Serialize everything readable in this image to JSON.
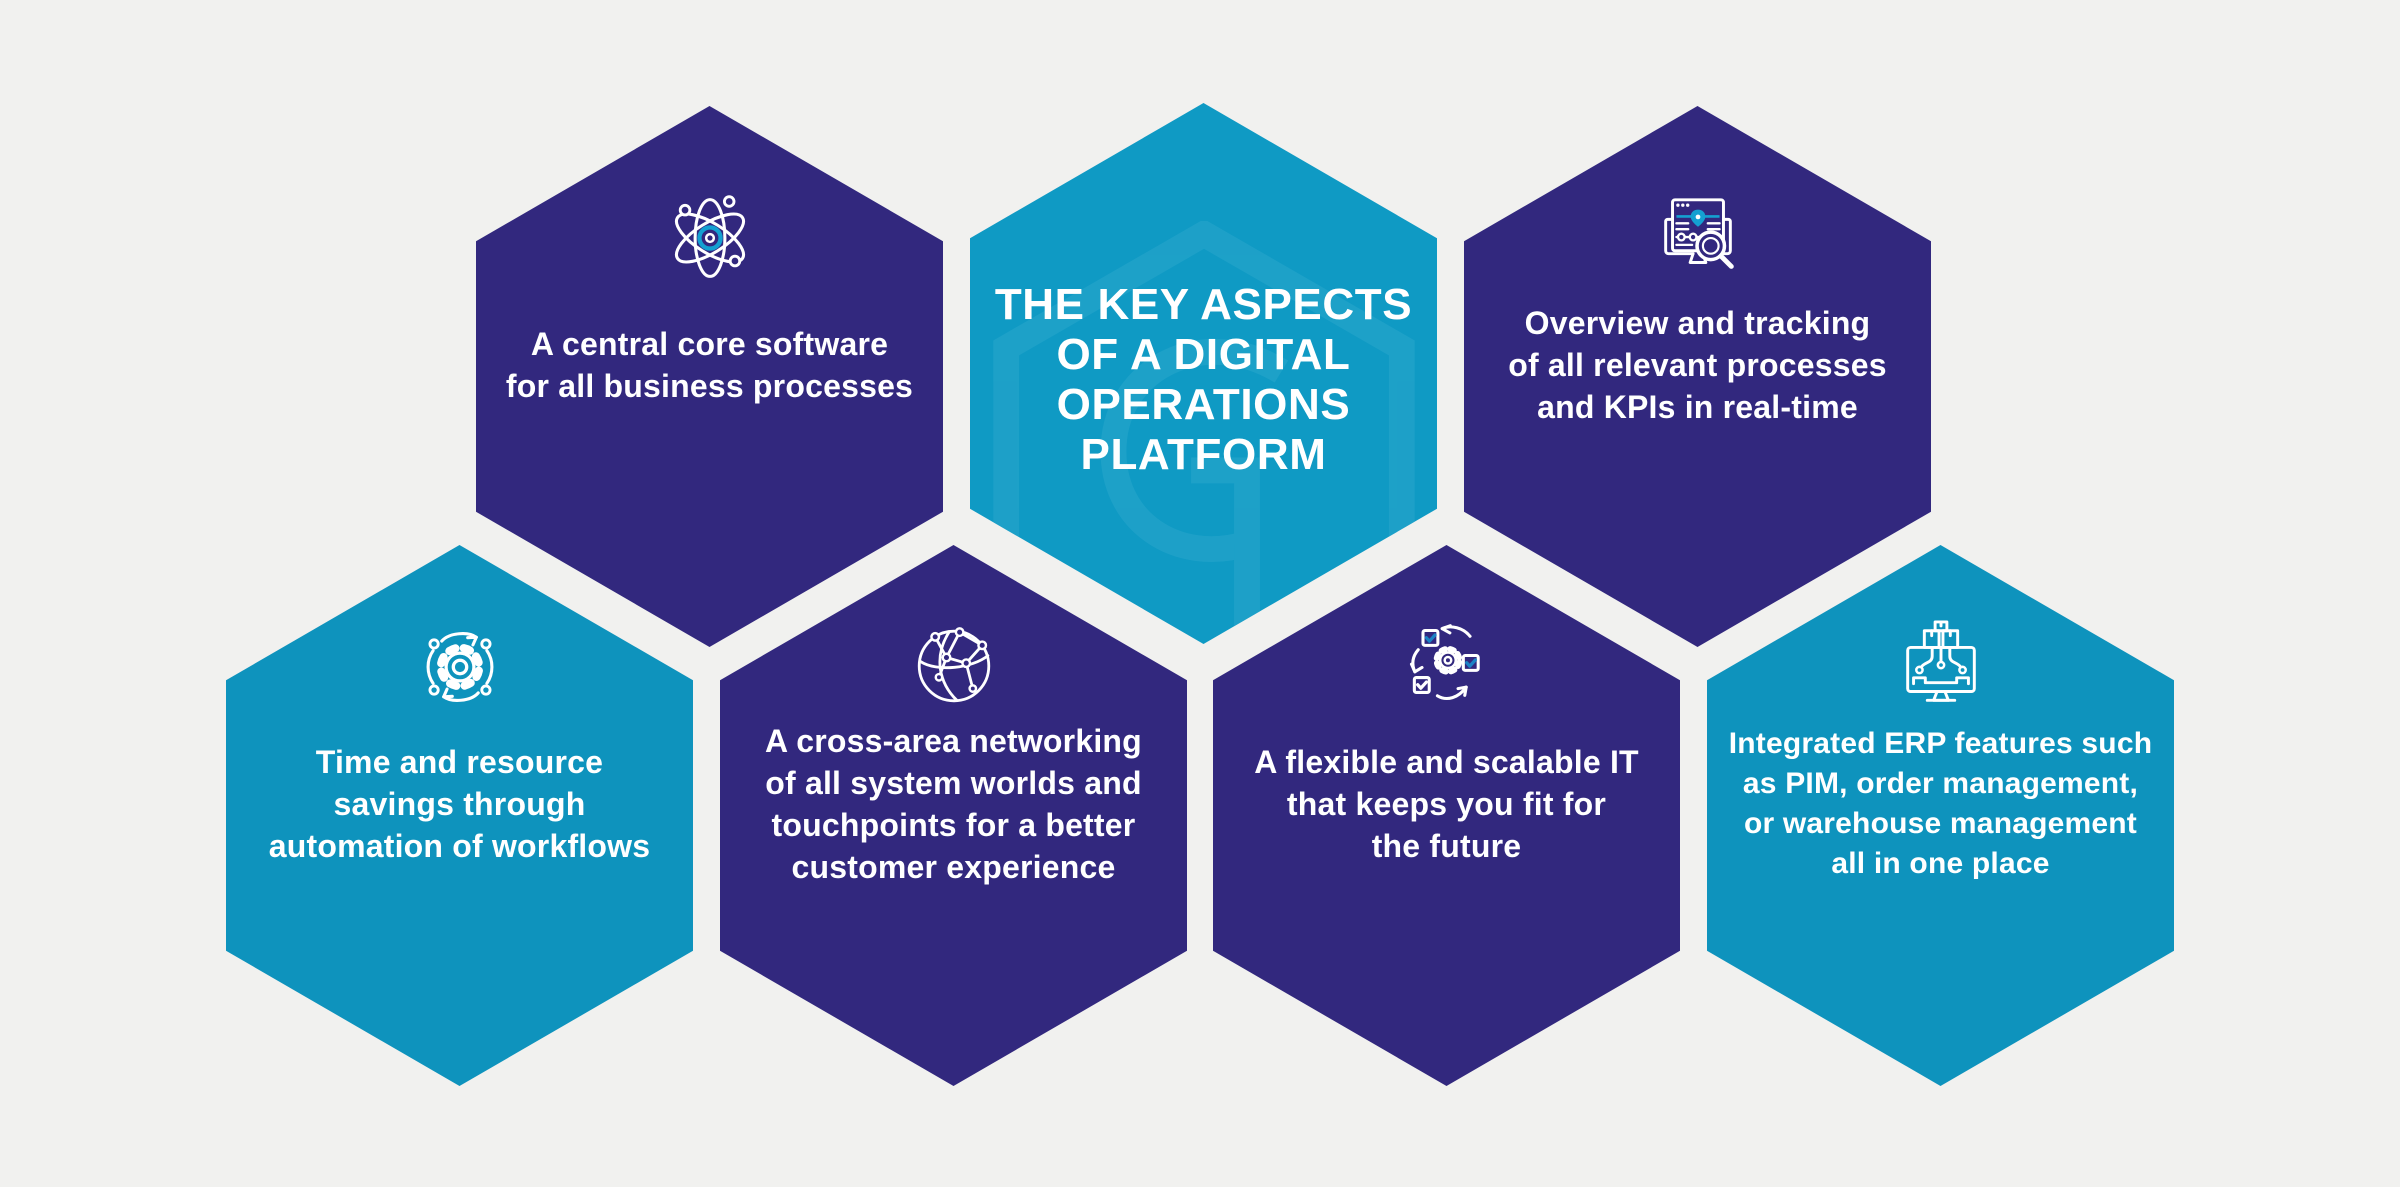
{
  "background": "#f1f1ef",
  "colors": {
    "hex_purple": "#32287e",
    "hex_teal": "#0e93bd",
    "hex_center_teal": "#0f9ac4",
    "accent_blue_check": "#1b82c4",
    "accent_cyan": "#14a0d1",
    "text": "#ffffff"
  },
  "center_hexagon": {
    "title": "THE KEY ASPECTS\nOF A DIGITAL\nOPERATIONS\nPLATFORM",
    "watermark": "cube-logo-watermark"
  },
  "hexagons": [
    {
      "id": "core-software",
      "icon": "atom-icon",
      "color": "purple",
      "text": "A central core software\nfor all business processes"
    },
    {
      "id": "overview-tracking",
      "icon": "monitor-search-icon",
      "color": "purple",
      "text": "Overview and tracking\nof all relevant processes\nand KPIs in real-time"
    },
    {
      "id": "time-savings",
      "icon": "gear-sync-icon",
      "color": "teal",
      "text": "Time and resource\nsavings through\nautomation of workflows"
    },
    {
      "id": "cross-area-networking",
      "icon": "network-globe-icon",
      "color": "purple",
      "text": "A cross-area networking\nof all system worlds and\ntouchpoints for a better\ncustomer experience"
    },
    {
      "id": "flexible-it",
      "icon": "sync-check-icon",
      "color": "purple",
      "text": "A flexible and scalable IT\nthat keeps you fit for\nthe future"
    },
    {
      "id": "erp-features",
      "icon": "erp-monitor-icon",
      "color": "teal",
      "text": "Integrated ERP features such\nas PIM, order management,\nor warehouse management\nall in one place"
    }
  ]
}
